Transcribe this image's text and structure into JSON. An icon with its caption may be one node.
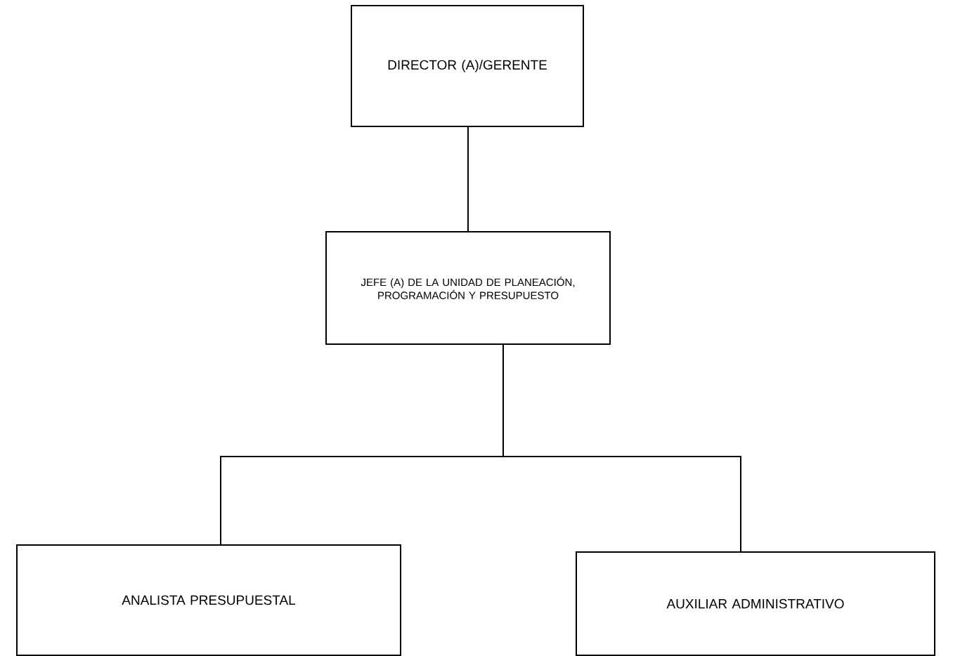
{
  "diagram": {
    "nodes": [
      {
        "text": [
          "DIRECTOR (A)/GERENTE"
        ]
      },
      {
        "text": [
          "JEFE (A) DE LA UNIDAD DE PLANEACIÓN, PROGRAMACIÓN Y PRESUPUESTO"
        ]
      },
      {
        "text": [
          "ANALISTA PRESUPUESTAL"
        ]
      },
      {
        "text": [
          "AUXILIAR ADMINISTRATIVO"
        ]
      }
    ],
    "edges": [
      {
        "from": 0,
        "to": 1,
        "arrow": "none"
      },
      {
        "from": 1,
        "to": 2,
        "arrow": "none"
      },
      {
        "from": 1,
        "to": 3,
        "arrow": "none"
      }
    ]
  }
}
